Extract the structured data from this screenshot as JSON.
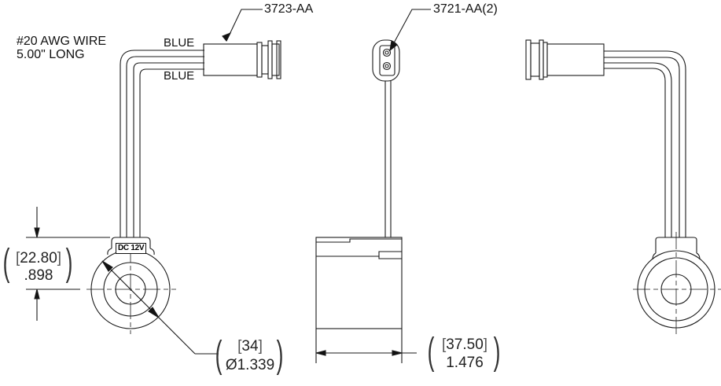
{
  "drawing": {
    "type": "solenoid coil engineering drawing",
    "views": [
      "front",
      "side",
      "rear"
    ]
  },
  "callouts": {
    "connector_part": "3723-AA",
    "terminal_part": "3721-AA(2)",
    "wire_spec_line1": "#20 AWG WIRE",
    "wire_spec_line2": "5.00\" LONG",
    "wire_color_top": "BLUE",
    "wire_color_bottom": "BLUE",
    "voltage_label": "DC 12V"
  },
  "dimensions": {
    "height_metric": "22.80",
    "height_imperial": ".898",
    "diameter_metric": "34",
    "diameter_imperial": "Ø1.339",
    "width_metric": "37.50",
    "width_imperial": "1.476"
  },
  "colors": {
    "line": "#1a1a1a",
    "background": "#ffffff"
  }
}
